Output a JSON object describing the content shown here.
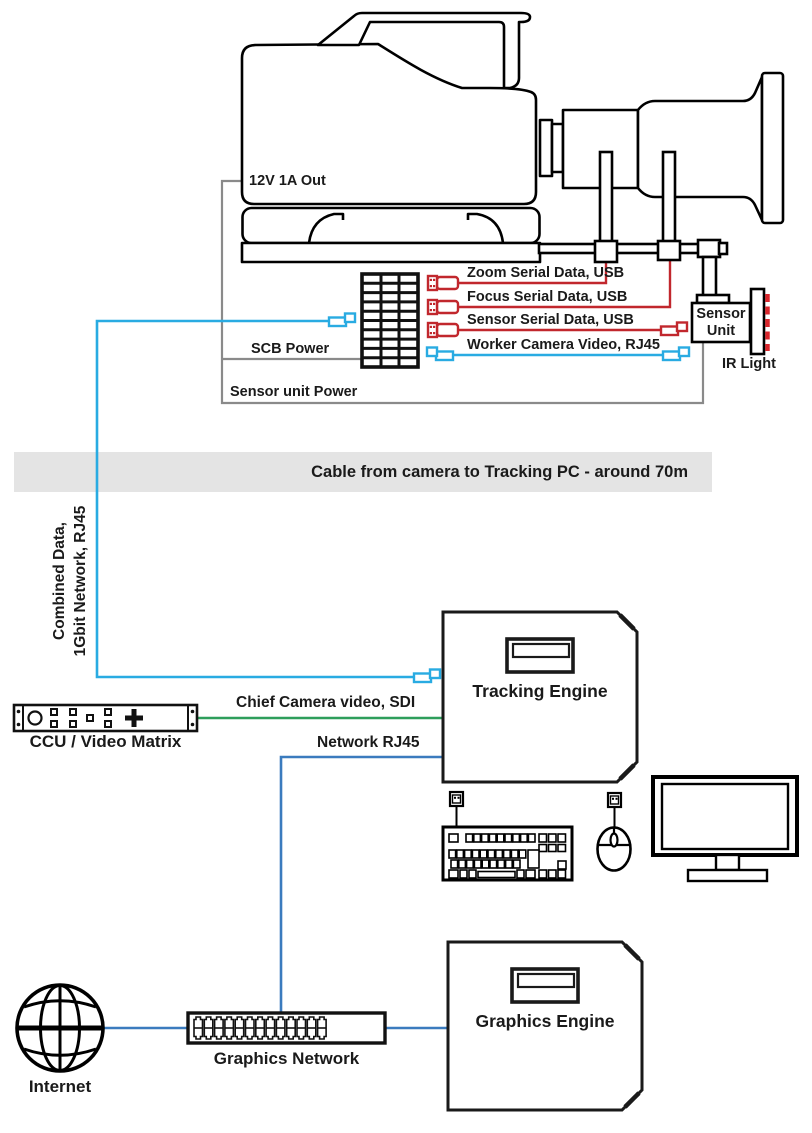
{
  "camera": {
    "power_out_label": "12V 1A Out"
  },
  "cables": {
    "zoom_serial": "Zoom Serial Data, USB",
    "focus_serial": "Focus Serial Data, USB",
    "sensor_serial": "Sensor Serial Data, USB",
    "worker_video": "Worker Camera Video, RJ45",
    "scb_power": "SCB Power",
    "sensor_unit_power": "Sensor unit Power",
    "combined_line1": "Combined Data,",
    "combined_line2": "1Gbit Network, RJ45",
    "chief_video": "Chief Camera video, SDI",
    "network": "Network RJ45"
  },
  "banner": {
    "text": "Cable from camera to Tracking PC - around 70m"
  },
  "devices": {
    "sensor_unit_line1": "Sensor",
    "sensor_unit_line2": "Unit",
    "ir_light": "IR Light",
    "ccu": "CCU / Video Matrix",
    "tracking_engine": "Tracking Engine",
    "graphics_engine": "Graphics Engine",
    "graphics_network": "Graphics Network",
    "internet": "Internet"
  },
  "colors": {
    "usb_red": "#C1272D",
    "rj45_cyan": "#29ABE2",
    "sdi_green": "#2E9E5B",
    "network_blue": "#3B7BBE",
    "power_gray": "#8A8A8A",
    "banner_gray": "#E4E4E4",
    "ink": "#1A1A1A"
  }
}
